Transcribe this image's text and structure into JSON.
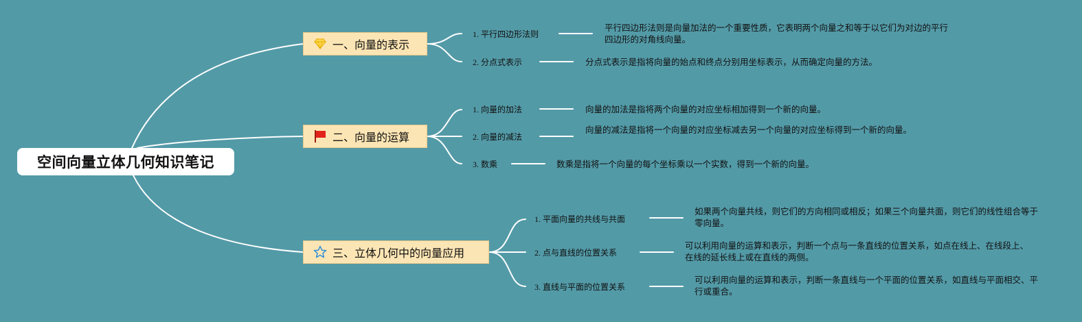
{
  "root": {
    "title": "空间向量立体几何知识笔记"
  },
  "branches": [
    {
      "label": "一、向量的表示",
      "icon": "gem-icon",
      "items": [
        {
          "num": "1.",
          "label": "平行四边形法则",
          "desc": "平行四边形法则是向量加法的一个重要性质，它表明两个向量之和等于以它们为对边的平行四边形的对角线向量。"
        },
        {
          "num": "2.",
          "label": "分点式表示",
          "desc": "分点式表示是指将向量的始点和终点分别用坐标表示，从而确定向量的方法。"
        }
      ]
    },
    {
      "label": "二、向量的运算",
      "icon": "red-flag-icon",
      "items": [
        {
          "num": "1.",
          "label": "向量的加法",
          "desc": "向量的加法是指将两个向量的对应坐标相加得到一个新的向量。"
        },
        {
          "num": "2.",
          "label": "向量的减法",
          "desc": "向量的减法是指将一个向量的对应坐标减去另一个向量的对应坐标得到一个新的向量。"
        },
        {
          "num": "3.",
          "label": "数乘",
          "desc": "数乘是指将一个向量的每个坐标乘以一个实数，得到一个新的向量。"
        }
      ]
    },
    {
      "label": "三、立体几何中的向量应用",
      "icon": "star-outline-icon",
      "items": [
        {
          "num": "1.",
          "label": "平面向量的共线与共面",
          "desc": "如果两个向量共线，则它们的方向相同或相反；如果三个向量共面，则它们的线性组合等于零向量。"
        },
        {
          "num": "2.",
          "label": "点与直线的位置关系",
          "desc": "可以利用向量的运算和表示，判断一个点与一条直线的位置关系，如点在线上、在线段上、在线的延长线上或在直线的两侧。"
        },
        {
          "num": "3.",
          "label": "直线与平面的位置关系",
          "desc": "可以利用向量的运算和表示，判断一条直线与一个平面的位置关系，如直线与平面相交、平行或重合。"
        }
      ]
    }
  ]
}
